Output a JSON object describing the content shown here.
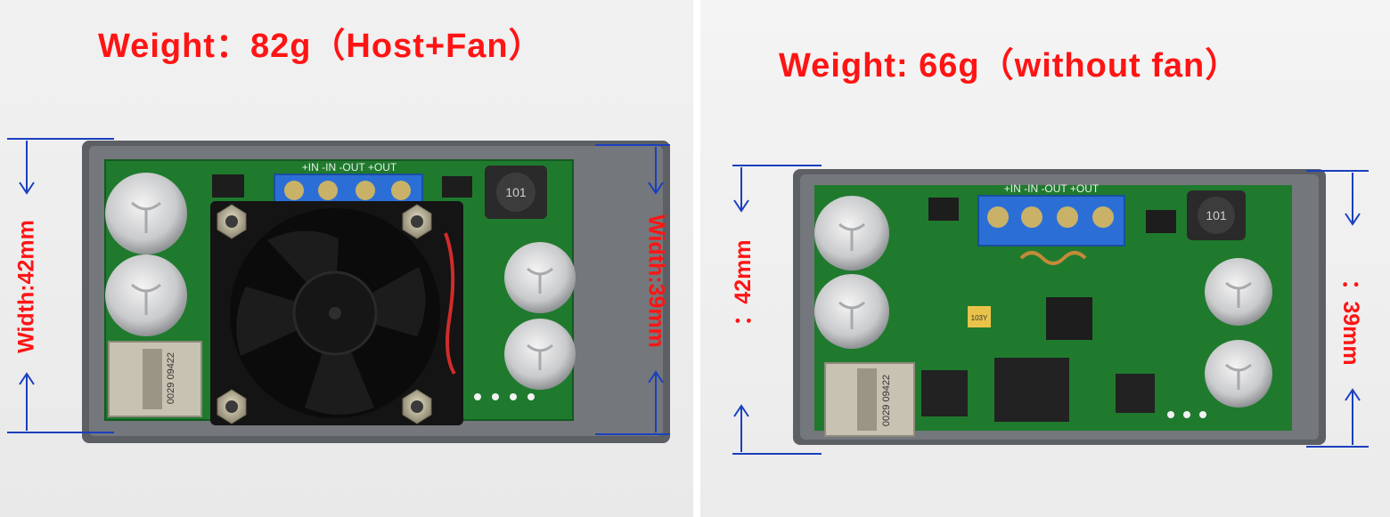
{
  "left_photo": {
    "weight_label": "Weight：82g（Host+Fan）",
    "left_dimension": "Width:42mm",
    "right_dimension": "Width:39mm",
    "terminal_silkscreen": "+IN  -IN  -OUT  +OUT",
    "inductor_marking": "101",
    "big_inductor_marking": "0029 09422"
  },
  "right_photo": {
    "weight_label": "Weight: 66g（without fan）",
    "left_dimension": "：42mm",
    "right_dimension": "：39mm",
    "terminal_silkscreen": "+IN  -IN  -OUT  +OUT",
    "inductor_marking": "101",
    "big_inductor_marking": "0029 09422",
    "resistor_marking": "103Y"
  },
  "colors": {
    "label_red": "#ff1414",
    "dimension_blue": "#1a3fbf",
    "pcb_green": "#1f7a2e",
    "terminal_blue": "#2b6fd6",
    "case_gray": "#5c5f63"
  }
}
